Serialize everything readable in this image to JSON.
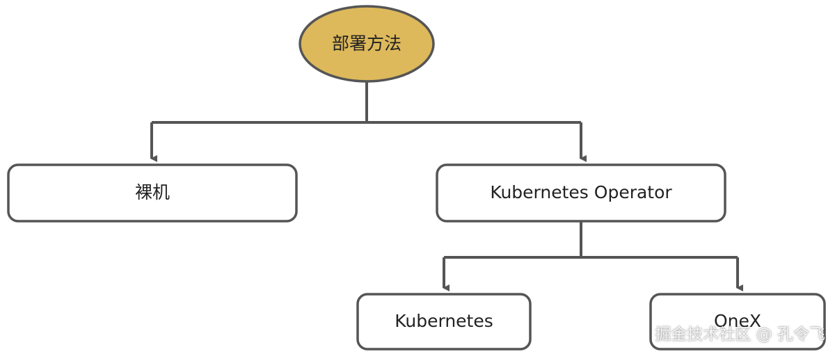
{
  "colors": {
    "root_fill": "#ddb95b",
    "stroke": "#555555",
    "node_fill": "#ffffff",
    "text": "#222222"
  },
  "diagram": {
    "root": {
      "label": "部署方法"
    },
    "nodes": {
      "bare_metal": {
        "label": "裸机"
      },
      "operator": {
        "label": "Kubernetes Operator"
      },
      "kubernetes": {
        "label": "Kubernetes"
      },
      "onex": {
        "label": "OneX"
      }
    }
  },
  "watermark": {
    "text": "掘金技术社区 @ 孔令飞"
  }
}
